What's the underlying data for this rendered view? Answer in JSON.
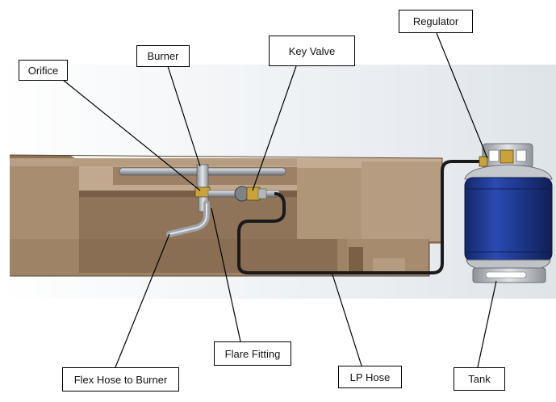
{
  "labels": {
    "orifice": "Orifice",
    "burner": "Burner",
    "key_valve": "Key Valve",
    "regulator": "Regulator",
    "flare_fitting": "Flare Fitting",
    "flex_hose": "Flex Hose to Burner",
    "lp_hose": "LP Hose",
    "tank": "Tank"
  },
  "colors": {
    "background_gradient": "#dfe4e9",
    "tan_light": "#b39a7f",
    "tan_mid": "#9f8469",
    "tan_dark": "#85694f",
    "tank_blue": "#1f3a8f",
    "metal": "#b8bcc1",
    "hose": "#1a1a1a",
    "leader_line": "#000000"
  }
}
